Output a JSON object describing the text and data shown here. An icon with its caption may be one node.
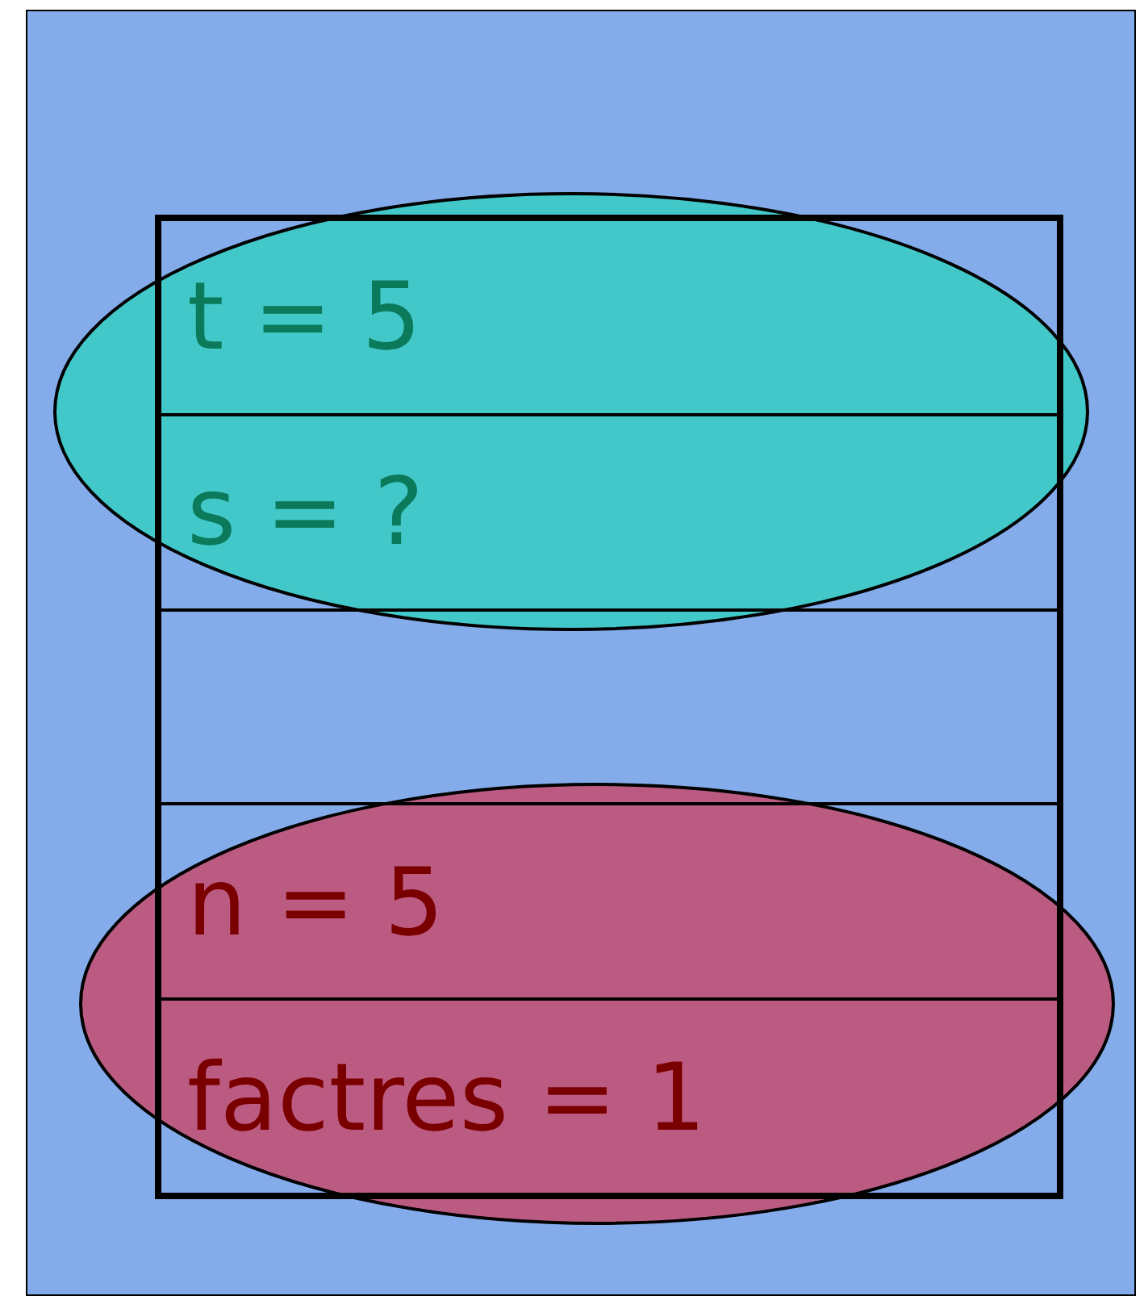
{
  "diagram": {
    "nodes": [
      {
        "text": [],
        "shape": "box"
      },
      {
        "text": [
          "t = 5"
        ],
        "in": 0
      },
      {
        "text": [
          "s = ?"
        ],
        "in": 0
      },
      {
        "text": [],
        "shape": "box",
        "in": 0
      },
      {
        "text": [
          "n = 5"
        ],
        "in": 0
      },
      {
        "text": [
          "factres = 1"
        ],
        "in": 0
      }
    ]
  }
}
